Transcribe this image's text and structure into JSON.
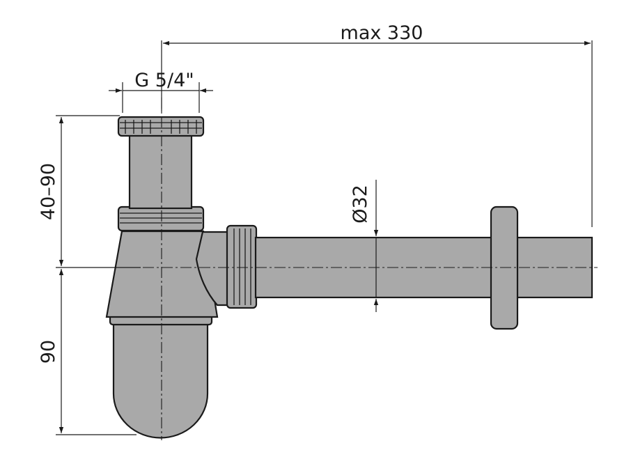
{
  "dimensions": {
    "max_length": "max 330",
    "thread": "G 5/4\"",
    "height_range": "40–90",
    "bottom_height": "90",
    "pipe_diameter": "Ø32"
  },
  "colors": {
    "part_fill": "#a9a9a9",
    "line": "#1a1a1a",
    "background": "#ffffff"
  }
}
